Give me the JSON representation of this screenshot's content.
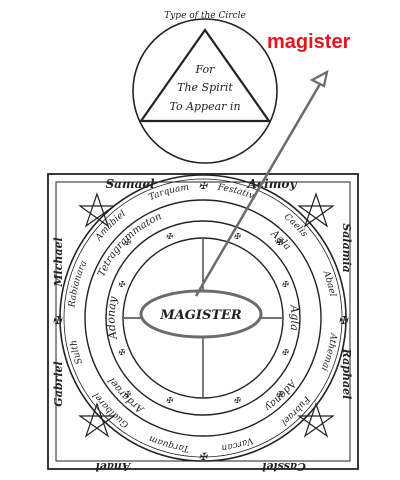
{
  "diagram": {
    "title": "Type of the Circle",
    "triangle_lines": [
      "For",
      "The Spirit",
      "To Appear in"
    ],
    "annotation": "magister",
    "center_label": "MAGISTER",
    "corner_names": {
      "top_left": "Samael",
      "top_right": "Acimoy",
      "right_upper": "Salamia",
      "right_lower": "Raphael",
      "bottom_right": "Cassiel",
      "bottom_left": "Anael",
      "left_lower": "Gabriel",
      "left_upper": "Michael"
    },
    "outer_ring_words": [
      "Tarquam",
      "Gualbarel",
      "Sulth",
      "Rabianara",
      "Amabiel",
      "Tarquam",
      "Festativi",
      "Caelis",
      "Abael",
      "Athemai",
      "Fubrael",
      "Varcan"
    ],
    "middle_ring_words": [
      "Ardarael",
      "Tetragrammaton",
      "Agla",
      "Adonay"
    ],
    "inner_ring_words": [
      "Adonay",
      "Agla"
    ],
    "colors": {
      "ink": "#222222",
      "accent": "#e8141c",
      "arrow": "#6b6b6b",
      "background": "#ffffff"
    }
  }
}
